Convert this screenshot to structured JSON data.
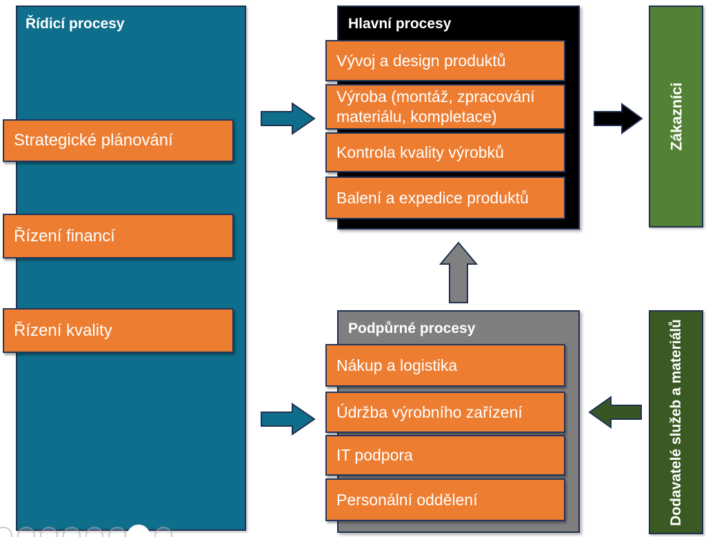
{
  "management": {
    "title": "Řídicí procesy",
    "items": [
      "Strategické plánování",
      "Řízení financí",
      "Řízení kvality"
    ]
  },
  "main_processes": {
    "title": "Hlavní procesy",
    "items": [
      "Vývoj a design produktů",
      "Výroba (montáž, zpracování materiálu, kompletace)",
      "Kontrola kvality výrobků",
      "Balení a expedice produktů"
    ]
  },
  "support_processes": {
    "title": "Podpůrné procesy",
    "items": [
      "Nákup a logistika",
      "Údržba výrobního zařízení",
      "IT podpora",
      "Personální oddělení"
    ]
  },
  "customers": {
    "label": "Zákazníci"
  },
  "suppliers": {
    "label": "Dodavatelé služeb a materiálů"
  },
  "colors": {
    "teal": "#0E6E8C",
    "orange": "#ED7D31",
    "black": "#000000",
    "gray": "#7F7F7F",
    "green": "#538135",
    "dark_green": "#3B5A23",
    "border_navy": "#1F3050",
    "orange_border": "#23365C"
  },
  "arrows": [
    {
      "name": "management-to-main",
      "direction": "right",
      "color": "#0E6E8C"
    },
    {
      "name": "management-to-support",
      "direction": "right",
      "color": "#0E6E8C"
    },
    {
      "name": "support-to-main",
      "direction": "up",
      "color": "#808080"
    },
    {
      "name": "main-to-customers",
      "direction": "right",
      "color": "#000000"
    },
    {
      "name": "suppliers-to-support",
      "direction": "left",
      "color": "#375623"
    }
  ]
}
